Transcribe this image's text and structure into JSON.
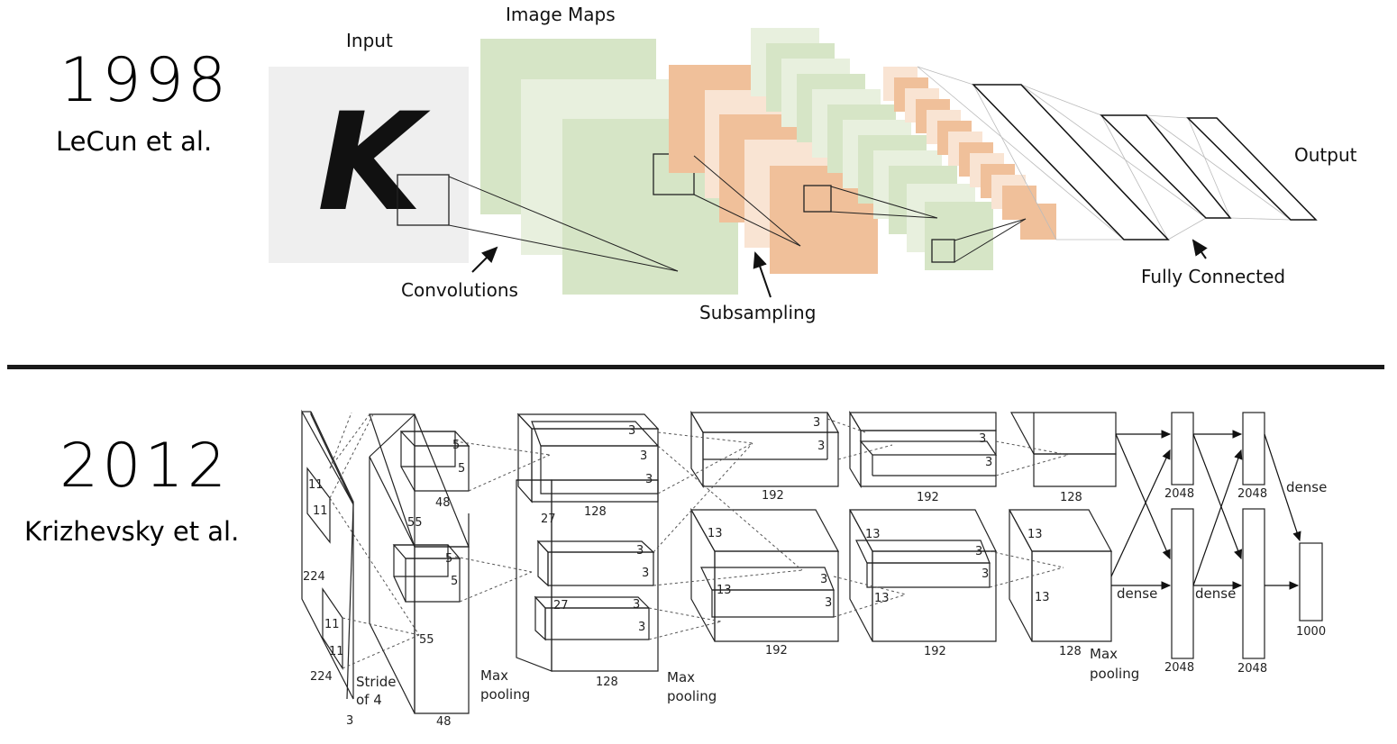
{
  "eras": [
    {
      "year": "1998",
      "authors": "LeCun et al."
    },
    {
      "year": "2012",
      "authors": "Krizhevsky et al."
    }
  ],
  "lenet": {
    "input_label": "Input",
    "input_glyph": "K",
    "image_maps_label": "Image Maps",
    "convolutions_label": "Convolutions",
    "subsampling_label": "Subsampling",
    "fully_connected_label": "Fully Connected",
    "output_label": "Output",
    "colors": {
      "green": "#d6e5c6",
      "green_light": "#e8f0de",
      "orange": "#f0c09a",
      "orange_light": "#f9e4d3",
      "input_bg": "#efefef"
    }
  },
  "alexnet": {
    "labels": {
      "stride": "Stride",
      "of4": "of 4",
      "max": "Max",
      "pooling": "pooling",
      "dense": "dense"
    },
    "dims": {
      "d224": "224",
      "d11": "11",
      "d3": "3",
      "d55": "55",
      "d48": "48",
      "d5": "5",
      "d27": "27",
      "d128": "128",
      "d192": "192",
      "d13": "13",
      "d2048": "2048",
      "d1000": "1000"
    }
  }
}
